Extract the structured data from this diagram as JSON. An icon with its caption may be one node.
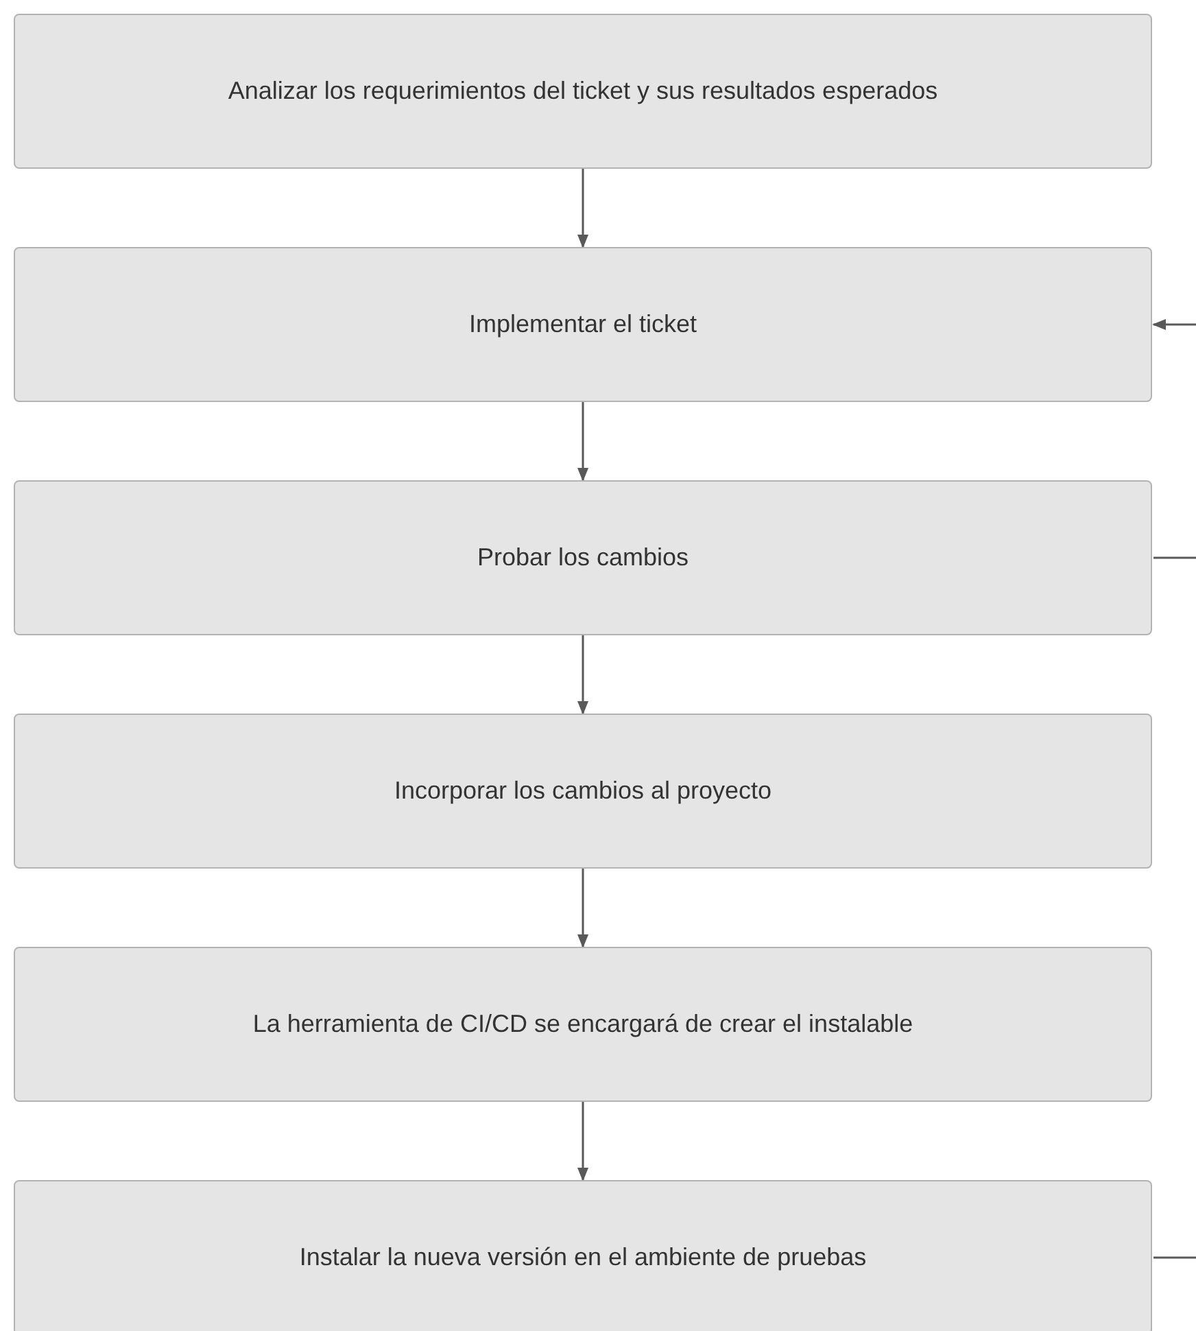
{
  "diagram": {
    "nodes": [
      {
        "text": [
          "Analizar los requerimientos del ticket y sus resultados esperados"
        ]
      },
      {
        "text": [
          "Implementar el ticket"
        ]
      },
      {
        "text": [
          "Probar los cambios"
        ]
      },
      {
        "text": [
          "Incorporar los cambios al proyecto"
        ]
      },
      {
        "text": [
          "La herramienta de CI/CD se encargará de crear el instalable"
        ]
      },
      {
        "text": [
          "Instalar la nueva versión en el ambiente de pruebas"
        ]
      }
    ],
    "edges": [
      {
        "from": 0,
        "to": 1,
        "arrow": "to"
      },
      {
        "from": 1,
        "to": 2,
        "arrow": "to"
      },
      {
        "from": 2,
        "to": 3,
        "arrow": "to"
      },
      {
        "from": 3,
        "to": 4,
        "arrow": "to"
      },
      {
        "from": 4,
        "to": 5,
        "arrow": "to"
      },
      {
        "from": null,
        "to": 1,
        "arrow": "to"
      },
      {
        "from": 2,
        "to": null,
        "arrow": "none"
      },
      {
        "from": 5,
        "to": null,
        "arrow": "none"
      }
    ]
  }
}
